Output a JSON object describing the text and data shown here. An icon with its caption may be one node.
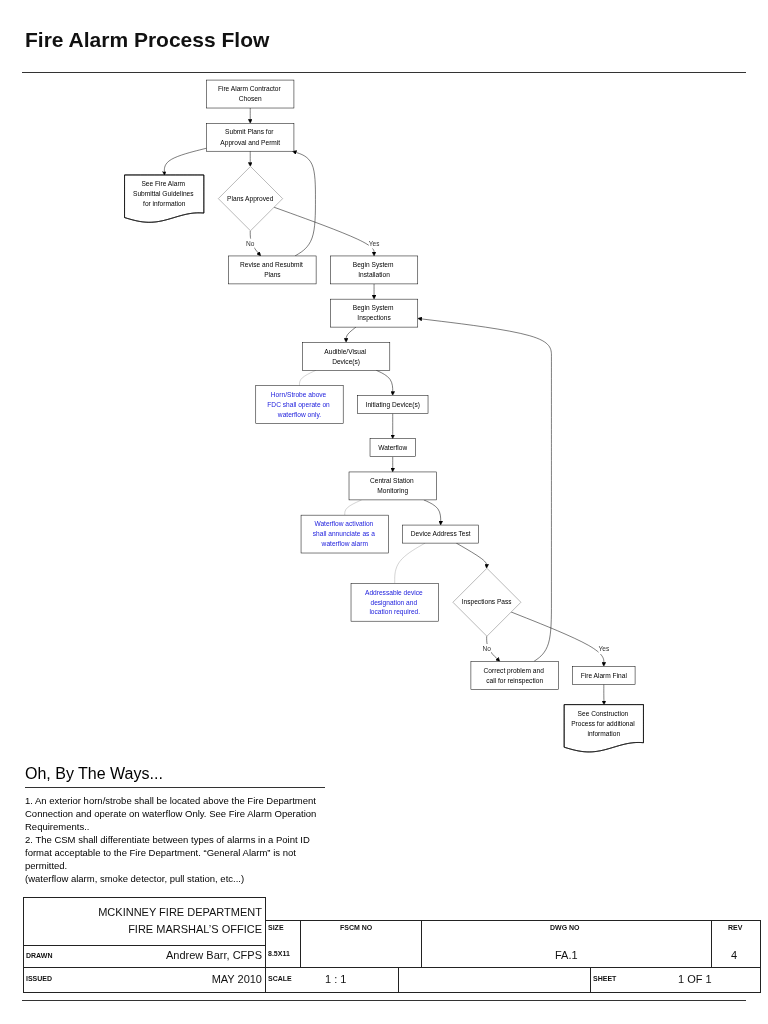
{
  "diagram": {
    "title": "Fire Alarm Process Flow",
    "nodes": [
      {
        "text": [
          "Fire Alarm Contractor Chosen"
        ]
      },
      {
        "text": [
          "Submit Plans for Approval and Permit"
        ]
      },
      {
        "text": [
          "See Fire Alarm Submittal Guidelines for information"
        ]
      },
      {
        "text": [
          "Revise and Resubmit Plans"
        ]
      },
      {
        "text": [
          "Plans Approved"
        ]
      },
      {
        "text": [
          "Begin System Installation"
        ]
      },
      {
        "text": [
          "Begin System Inspections"
        ]
      },
      {
        "text": [
          "Audible/Visual Device(s)"
        ]
      },
      {
        "text": [
          "Horn/Strobe above FDC shall operate on waterflow only."
        ]
      },
      {
        "text": [
          "Initiating Device(s)"
        ]
      },
      {
        "text": [
          "Waterflow"
        ]
      },
      {
        "text": [
          "Central Station Monitoring"
        ]
      },
      {
        "text": [
          "Waterflow activation shall annunciate as a waterflow alarm"
        ]
      },
      {
        "text": [
          "Device Address Test"
        ]
      },
      {
        "text": [
          "Addressable device designation and location required."
        ]
      },
      {
        "text": [
          "Correct problem and call for reinspection"
        ]
      },
      {
        "text": [
          "Inspections Pass"
        ]
      },
      {
        "text": [
          "Fire Alarm Final"
        ]
      },
      {
        "text": [
          "See Construction Process for additional information"
        ]
      }
    ],
    "edges": [
      {
        "from": 0,
        "to": 1,
        "arrow": "to"
      },
      {
        "from": 1,
        "to": 2,
        "arrow": "to"
      },
      {
        "from": 1,
        "to": 4,
        "arrow": "to"
      },
      {
        "from": 4,
        "to": 3,
        "arrow": "to",
        "label": "No"
      },
      {
        "from": 3,
        "to": 1,
        "arrow": "to"
      },
      {
        "from": 4,
        "to": 5,
        "arrow": "to",
        "label": "Yes"
      },
      {
        "from": 5,
        "to": 6,
        "arrow": "to"
      },
      {
        "from": 6,
        "to": 7,
        "arrow": "to"
      },
      {
        "from": 7,
        "to": 8,
        "arrow": "none",
        "color": "#aaaaaa"
      },
      {
        "from": 7,
        "to": 9,
        "arrow": "to"
      },
      {
        "from": 9,
        "to": 10,
        "arrow": "to"
      },
      {
        "from": 10,
        "to": 11,
        "arrow": "to"
      },
      {
        "from": 11,
        "to": 12,
        "arrow": "none",
        "color": "#aaaaaa"
      },
      {
        "from": 11,
        "to": 13,
        "arrow": "to"
      },
      {
        "from": 13,
        "to": 14,
        "arrow": "none",
        "color": "#aaaaaa"
      },
      {
        "from": 13,
        "to": 16,
        "arrow": "to"
      },
      {
        "from": 16,
        "to": 15,
        "arrow": "to",
        "label": "No"
      },
      {
        "from": 15,
        "to": 6,
        "arrow": "to"
      },
      {
        "from": 16,
        "to": 17,
        "arrow": "to",
        "label": "Yes"
      },
      {
        "from": 17,
        "to": 18,
        "arrow": "to"
      }
    ],
    "labels": [
      "Oh, By The Ways...",
      "1. An exterior horn/strobe shall be located above the Fire Department Connection and operate on waterflow Only.  See Fire Alarm Operation Requirements..",
      "2. The CSM shall differentiate between types of alarms in a Point ID format acceptable to the Fire Department. “General Alarm” is not permitted.",
      "(waterflow alarm, smoke detector, pull station, etc...)",
      "MCKINNEY FIRE DEPARTMENT",
      "FIRE MARSHAL’S OFFICE",
      "SIZE",
      "FSCM NO",
      "DWG NO",
      "REV",
      "DRAWN",
      "Andrew Barr, CFPS",
      "8.5X11",
      "FA.1",
      "4",
      "ISSUED",
      "MAY 2010",
      "SCALE",
      "1 : 1",
      "SHEET",
      "1 OF 1"
    ]
  }
}
